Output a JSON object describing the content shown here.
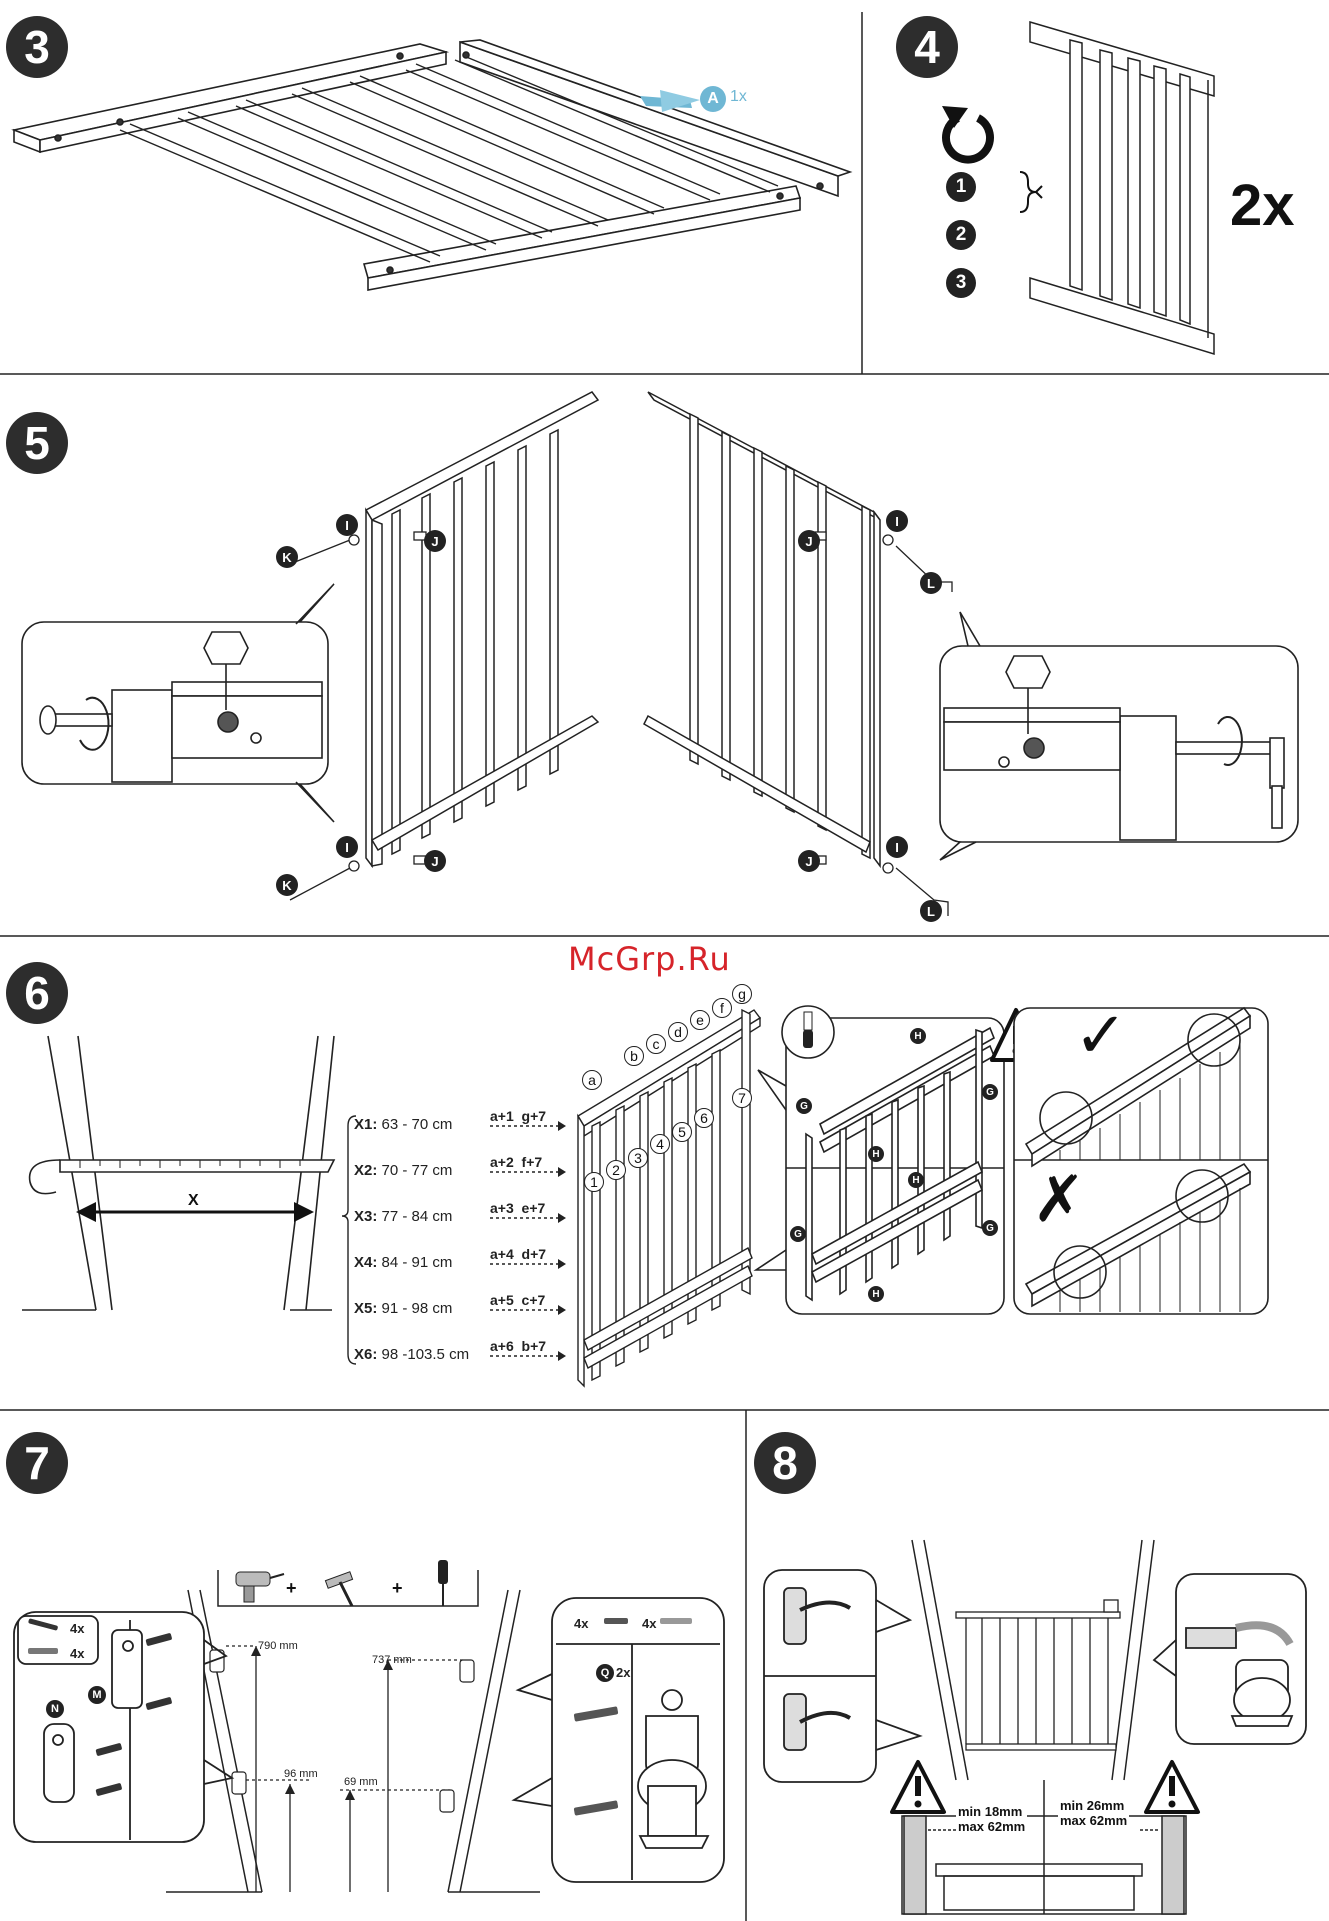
{
  "watermark": "McGrp.Ru",
  "steps": {
    "s3": {
      "number": "3",
      "part_letter": "A",
      "part_count": "1x"
    },
    "s4": {
      "number": "4",
      "sub1": "1",
      "sub2": "2",
      "sub3": "3",
      "multiplier": "2x"
    },
    "s5": {
      "number": "5",
      "labels": [
        "I",
        "K",
        "J",
        "L"
      ]
    },
    "s6": {
      "number": "6",
      "measure_label": "X",
      "rows": [
        {
          "name": "X1:",
          "range": "63 - 70 cm",
          "code": "a+1  g+7"
        },
        {
          "name": "X2:",
          "range": "70 - 77 cm",
          "code": "a+2  f+7"
        },
        {
          "name": "X3:",
          "range": "77 - 84 cm",
          "code": "a+3  e+7"
        },
        {
          "name": "X4:",
          "range": "84 - 91 cm",
          "code": "a+4  d+7"
        },
        {
          "name": "X5:",
          "range": "91 - 98 cm",
          "code": "a+5  c+7"
        },
        {
          "name": "X6:",
          "range": "98 -103.5 cm",
          "code": "a+6  b+7"
        }
      ],
      "letters": [
        "a",
        "b",
        "c",
        "d",
        "e",
        "f",
        "g"
      ],
      "digits": [
        "1",
        "2",
        "3",
        "4",
        "5",
        "6",
        "7"
      ],
      "part_g": "G",
      "part_h": "H",
      "ok_mark": "✓",
      "bad_mark": "✗"
    },
    "s7": {
      "number": "7",
      "height_790": "790 mm",
      "height_737": "737 mm",
      "height_96": "96 mm",
      "height_69": "69 mm",
      "plus": "+",
      "screw_count": "4x",
      "dowel_count": "4x",
      "part_m": "M",
      "part_n": "N",
      "part_q": "Q",
      "q_count": "2x"
    },
    "s8": {
      "number": "8",
      "left_gap": "min 18mm\nmax 62mm",
      "right_gap": "min 26mm\nmax 62mm",
      "left_gap_l1": "min 18mm",
      "left_gap_l2": "max 62mm",
      "right_gap_l1": "min 26mm",
      "right_gap_l2": "max 62mm",
      "warning": "!"
    }
  },
  "colors": {
    "accent": "#6fb7d4",
    "watermark": "#d6242a",
    "dark": "#2d2d2d"
  }
}
